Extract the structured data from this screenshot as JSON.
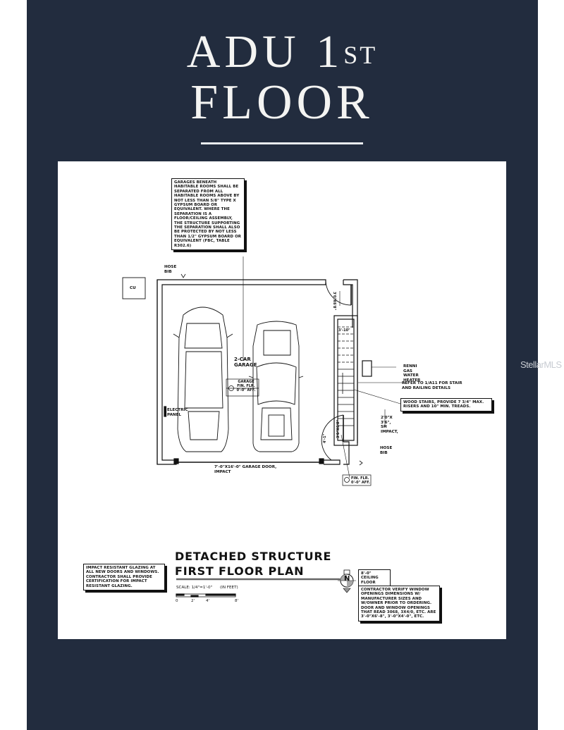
{
  "header": {
    "title_line1": "ADU 1",
    "title_superscript": "ST",
    "title_line2": "FLOOR"
  },
  "plan": {
    "title_line1": "DETACHED STRUCTURE",
    "title_line2": "FIRST FLOOR PLAN",
    "scale_label": "SCALE: 1/4\"=1'-0\"",
    "scale_units": "(IN FEET)",
    "scale_ticks": [
      "0",
      "2'",
      "4'",
      "8'"
    ],
    "north_label": "N",
    "notes": {
      "garage_separation": "Garages beneath habitable rooms shall be separated from all habitable rooms above by not less than 5/8\" type X gypsum board or equivalent. Where the separation is a floor/ceiling assembly, the structure supporting the separation shall also be protected by not less than 1/2\" gypsum board or equivalent (FBC, Table R302.6)",
      "impact_glazing": "Impact resistant glazing at all new doors and windows. Contractor shall provide certification for impact resistant glazing.",
      "ceiling_height": "8'-0\" ceiling floor",
      "contractor_verify": "Contractor verify window openings dimensions w/ manufacturer sizes and w/owner prior to ordering. Door and window openings that read 3068, 3X4/0, etc. are 3'-0\"x6'-8\", 3'-0\"x4'-0\", etc.",
      "wood_stairs": "Wood stairs, provide 7 3/4\" max. risers and 10\" min. treads."
    },
    "labels": {
      "hose_bib_top": "HOSE BIB",
      "hose_bib_right": "HOSE BIB",
      "condenser": "CU",
      "garage_name_1": "2-CAR",
      "garage_name_2": "GARAGE",
      "garage_floor_1": "GARAGE",
      "garage_floor_2": "FIN. FLR.",
      "garage_floor_3": "0'-0\" AFF.",
      "electric_panel_1": "ELECTRIC",
      "electric_panel_2": "PANEL",
      "garage_door_1": "7'-0\"x16'-0\" GARAGE DOOR,",
      "garage_door_2": "IMPACT",
      "water_heater_1": "RENNI",
      "water_heater_2": "GAS",
      "water_heater_3": "WATER",
      "water_heater_4": "HEATER",
      "stair_ref_1": "REFER TO 1/A11 FOR STAIR",
      "stair_ref_2": "AND RAILING DETAILS",
      "window_1": "2'0\"x",
      "window_2": "3'6\",",
      "window_3": "SH",
      "window_4": "IMPACT,",
      "door_top": "3'0\"x6'8\"",
      "door_bottom": "3'0\"x6'8\"",
      "door_clear": "4'-1\"",
      "stair_width": "3'-10\"",
      "entry_floor_1": "FIN. FLR.",
      "entry_floor_2": "0'-0\" AFF."
    }
  },
  "watermark": "StellarMLS",
  "colors": {
    "panel": "#222c3e",
    "title_text": "#f4f4f2",
    "plan_bg": "#ffffff",
    "line": "#111111"
  }
}
